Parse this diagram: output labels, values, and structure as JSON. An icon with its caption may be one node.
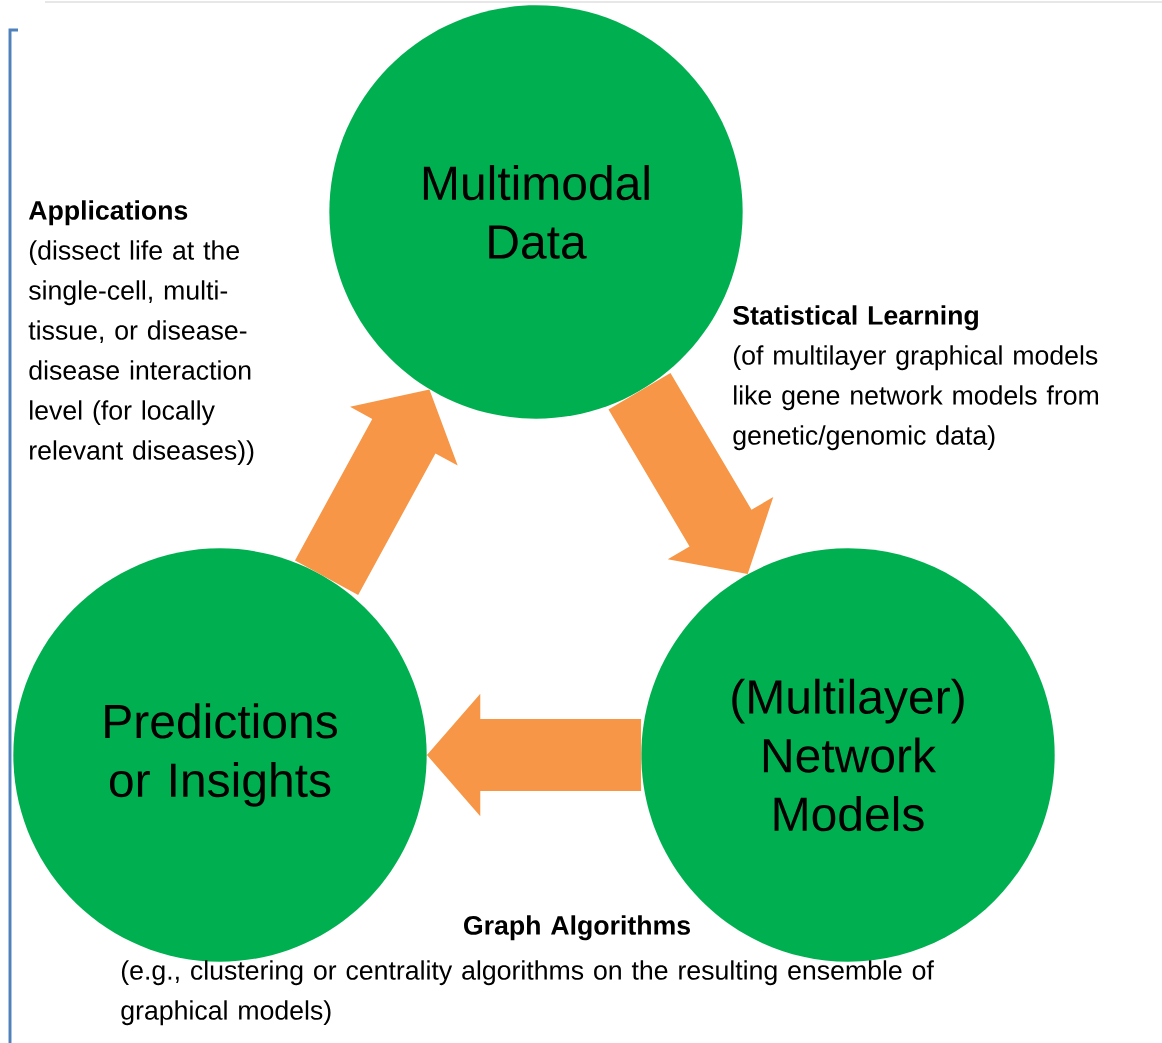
{
  "diagram": {
    "nodes": [
      {
        "text": [
          "Multimodal Data"
        ]
      },
      {
        "text": [
          "Predictions or Insights"
        ]
      },
      {
        "text": [
          "(Multilayer) Network Models"
        ]
      }
    ],
    "edges": [
      {
        "from": 0,
        "to": 2,
        "arrow": "to"
      },
      {
        "from": 2,
        "to": 1,
        "arrow": "to"
      },
      {
        "from": 1,
        "to": 0,
        "arrow": "to"
      }
    ],
    "labels": [
      "Applications",
      "(dissect life at the single-cell, multi-tissue, or disease-disease interaction level (for locally relevant diseases))",
      "Statistical Learning",
      "(of multilayer graphical models like gene network models from genetic/genomic data)",
      "Graph Algorithms",
      "(e.g., clustering or centrality algorithms on the resulting ensemble of graphical models)"
    ]
  }
}
